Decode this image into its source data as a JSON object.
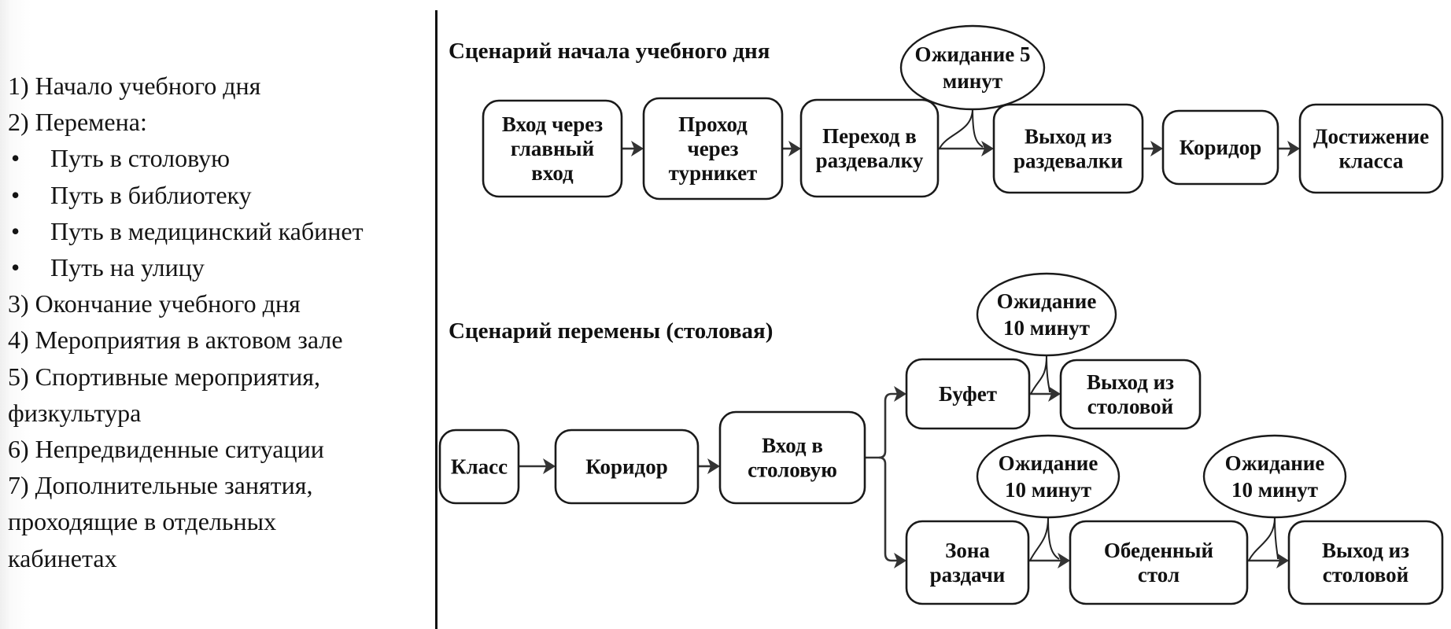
{
  "left_list": {
    "items": [
      {
        "type": "line",
        "text": "1) Начало учебного дня"
      },
      {
        "type": "line",
        "text": "2) Перемена:"
      },
      {
        "type": "bullet",
        "bullet": "•",
        "text": "Путь в столовую"
      },
      {
        "type": "bullet",
        "bullet": "•",
        "text": "Путь в библиотеку"
      },
      {
        "type": "bullet",
        "bullet": "•",
        "text": "Путь в медицинский кабинет"
      },
      {
        "type": "bullet",
        "bullet": "•",
        "text": "Путь на улицу"
      },
      {
        "type": "line",
        "text": "3) Окончание учебного дня"
      },
      {
        "type": "line",
        "text": "4) Мероприятия в актовом зале"
      },
      {
        "type": "line",
        "text": "5) Спортивные мероприятия,"
      },
      {
        "type": "line",
        "text": "физкультура"
      },
      {
        "type": "line",
        "text": "6) Непредвиденные ситуации"
      },
      {
        "type": "line",
        "text": "7) Дополнительные занятия,"
      },
      {
        "type": "line",
        "text": "проходящие в отдельных"
      },
      {
        "type": "line",
        "text": "кабинетах"
      }
    ]
  },
  "scenario_start": {
    "title": "Сценарий начала учебного дня",
    "nodes": [
      {
        "id": "entrance",
        "lines": [
          "Вход через",
          "главный",
          "вход"
        ]
      },
      {
        "id": "turnstile",
        "lines": [
          "Проход",
          "через",
          "турникет"
        ]
      },
      {
        "id": "to-cloakroom",
        "lines": [
          "Переход в",
          "раздевалку"
        ]
      },
      {
        "id": "exit-cloakroom",
        "lines": [
          "Выход из",
          "раздевалки"
        ]
      },
      {
        "id": "corridor",
        "lines": [
          "Коридор"
        ]
      },
      {
        "id": "reach-class",
        "lines": [
          "Достижение",
          "класса"
        ]
      }
    ],
    "waits": [
      {
        "id": "wait-5",
        "lines": [
          "Ожидание 5",
          "минут"
        ],
        "between": [
          "to-cloakroom",
          "exit-cloakroom"
        ]
      }
    ]
  },
  "scenario_break": {
    "title": "Сценарий перемены (столовая)",
    "nodes": [
      {
        "id": "class",
        "lines": [
          "Класс"
        ]
      },
      {
        "id": "corridor",
        "lines": [
          "Коридор"
        ]
      },
      {
        "id": "canteen-entry",
        "lines": [
          "Вход в",
          "столовую"
        ]
      },
      {
        "id": "buffet",
        "lines": [
          "Буфет"
        ]
      },
      {
        "id": "canteen-exit-1",
        "lines": [
          "Выход из",
          "столовой"
        ]
      },
      {
        "id": "serving-zone",
        "lines": [
          "Зона",
          "раздачи"
        ]
      },
      {
        "id": "dining-table",
        "lines": [
          "Обеденный",
          "стол"
        ]
      },
      {
        "id": "canteen-exit-2",
        "lines": [
          "Выход из",
          "столовой"
        ]
      }
    ],
    "waits": [
      {
        "id": "wait-buffet",
        "lines": [
          "Ожидание",
          "10 минут"
        ],
        "between": [
          "buffet",
          "canteen-exit-1"
        ]
      },
      {
        "id": "wait-serving",
        "lines": [
          "Ожидание",
          "10 минут"
        ],
        "between": [
          "serving-zone",
          "dining-table"
        ]
      },
      {
        "id": "wait-table",
        "lines": [
          "Ожидание",
          "10 минут"
        ],
        "between": [
          "dining-table",
          "canteen-exit-2"
        ]
      }
    ]
  }
}
